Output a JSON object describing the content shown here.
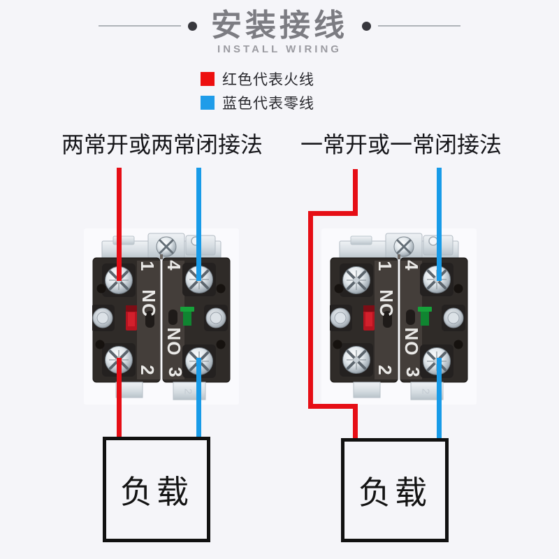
{
  "header": {
    "title": "安装接线",
    "subtitle": "INSTALL WIRING"
  },
  "legend": {
    "items": [
      {
        "label": "红色代表火线",
        "color": "#ed0f0f"
      },
      {
        "label": "蓝色代表零线",
        "color": "#1f9ce9"
      }
    ]
  },
  "sections": [
    {
      "label": "两常开或两常闭接法"
    },
    {
      "label": "一常开或一常闭接法"
    }
  ],
  "switch_block": {
    "terminals": {
      "t1": "1",
      "t2": "2",
      "t3": "3",
      "t4": "4"
    },
    "contacts": {
      "nc": "NC",
      "no": "NO"
    },
    "stamp": "2"
  },
  "loads": [
    {
      "label": "负载"
    },
    {
      "label": "负载"
    }
  ],
  "colors": {
    "live_wire": "#e60e16",
    "neutral_wire": "#189be8",
    "title": "#7c7c82",
    "subtitle": "#9b9ba1",
    "background": "#f5f5f9",
    "load_border": "#111111"
  }
}
